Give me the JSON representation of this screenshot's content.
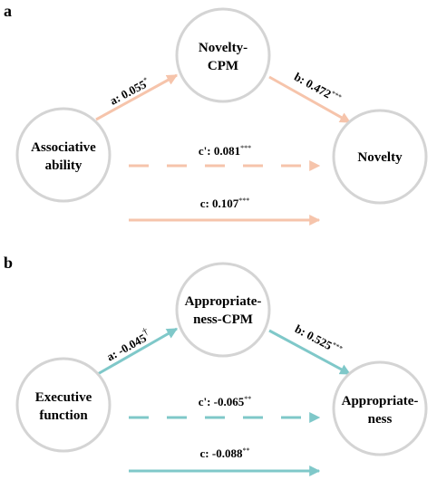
{
  "colors": {
    "panel_a_arrow": "#f6c4ab",
    "panel_b_arrow": "#7fc8c9",
    "node_stroke": "#d4d4d4"
  },
  "panels": [
    {
      "label": "a",
      "nodes": {
        "mediator": [
          "Novelty-",
          "CPM"
        ],
        "predictor": [
          "Associative",
          "ability"
        ],
        "outcome": [
          "Novelty"
        ]
      },
      "paths": {
        "a": {
          "label": "a: 0.055",
          "sig": "*"
        },
        "b": {
          "label": "b: 0.472",
          "sig": "***"
        },
        "c_prime": {
          "label": "c': 0.081",
          "sig": "***"
        },
        "c": {
          "label": "c: 0.107",
          "sig": "***"
        }
      }
    },
    {
      "label": "b",
      "nodes": {
        "mediator": [
          "Appropriate-",
          "ness-CPM"
        ],
        "predictor": [
          "Executive",
          "function"
        ],
        "outcome": [
          "Appropriate-",
          "ness"
        ]
      },
      "paths": {
        "a": {
          "label": "a: -0.045",
          "sig": "†"
        },
        "b": {
          "label": "b: 0.525",
          "sig": "***"
        },
        "c_prime": {
          "label": "c': -0.065",
          "sig": "**"
        },
        "c": {
          "label": "c: -0.088",
          "sig": "**"
        }
      }
    }
  ]
}
